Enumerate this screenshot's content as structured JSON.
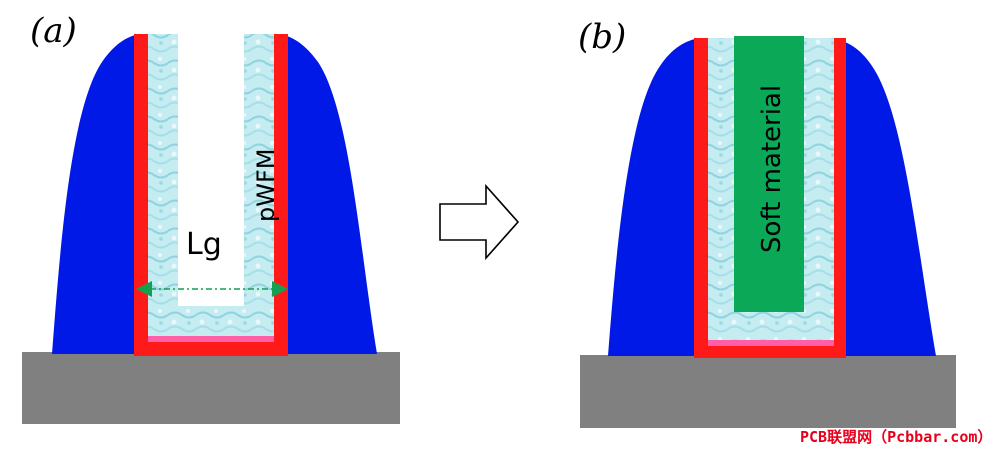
{
  "panels": {
    "a": {
      "label": "(a)"
    },
    "b": {
      "label": "(b)"
    }
  },
  "labels": {
    "lg": "Lg",
    "pwfm": "pWFM",
    "soft_material": "Soft material"
  },
  "watermark": "PCB联盟网（Pcbbar.com）",
  "colors": {
    "spacer": "#0019e6",
    "liner": "#ff1a1a",
    "pink_layer": "#ff5fa8",
    "pwfm_fill": "#bfe9ef",
    "soft_material": "#0aa857",
    "substrate": "#808080",
    "dimension_arrow": "#14a050",
    "watermark": "#e8001c"
  }
}
